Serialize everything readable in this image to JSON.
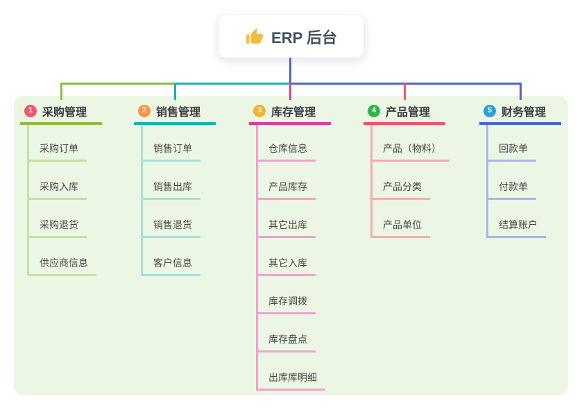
{
  "root": {
    "label": "ERP 后台",
    "icon": "thumbs-up-icon",
    "icon_color": "#f4bc3f",
    "connector_color": "#4b63d6"
  },
  "panel_color": "#ebf7e4",
  "branches": [
    {
      "num": "1",
      "label": "采购管理",
      "badge_color": "#f0566c",
      "line_color": "#8abc3f",
      "child_line_color": "#c2e29f",
      "children": [
        "采购订单",
        "采购入库",
        "采购退货",
        "供应商信息"
      ]
    },
    {
      "num": "2",
      "label": "销售管理",
      "badge_color": "#ff9445",
      "line_color": "#17b5ae",
      "child_line_color": "#a5e0dc",
      "children": [
        "销售订单",
        "销售出库",
        "销售退货",
        "客户信息"
      ]
    },
    {
      "num": "3",
      "label": "库存管理",
      "badge_color": "#fbaf33",
      "line_color": "#db3d9d",
      "child_line_color": "#f49fce",
      "children": [
        "仓库信息",
        "产品库存",
        "其它出库",
        "其它入库",
        "库存调拨",
        "库存盘点",
        "出库库明细"
      ]
    },
    {
      "num": "4",
      "label": "产品管理",
      "badge_color": "#2db54e",
      "line_color": "#f4506b",
      "child_line_color": "#f9a9b3",
      "children": [
        "产品（物料）",
        "产品分类",
        "产品单位"
      ]
    },
    {
      "num": "5",
      "label": "财务管理",
      "badge_color": "#2b9fdc",
      "line_color": "#4b63d6",
      "child_line_color": "#a6b6ec",
      "children": [
        "回款单",
        "付款单",
        "结算账户"
      ]
    }
  ]
}
